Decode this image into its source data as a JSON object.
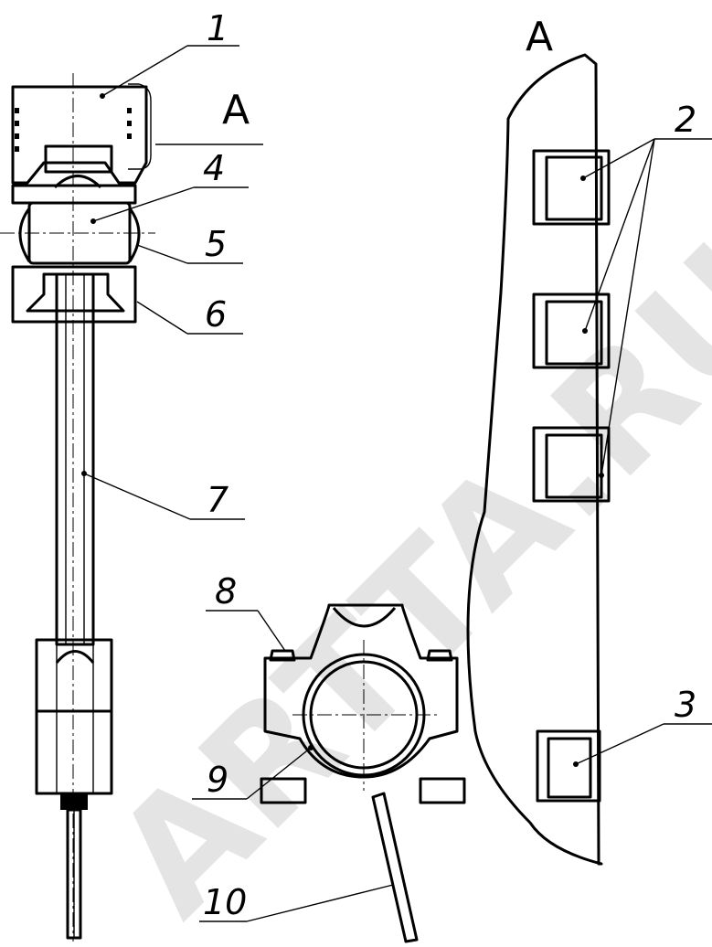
{
  "section_label": "A",
  "section_label_detail": "A",
  "watermark": "ARTTA.RU",
  "callouts": [
    "1",
    "2",
    "3",
    "4",
    "5",
    "6",
    "7",
    "8",
    "9",
    "10"
  ]
}
